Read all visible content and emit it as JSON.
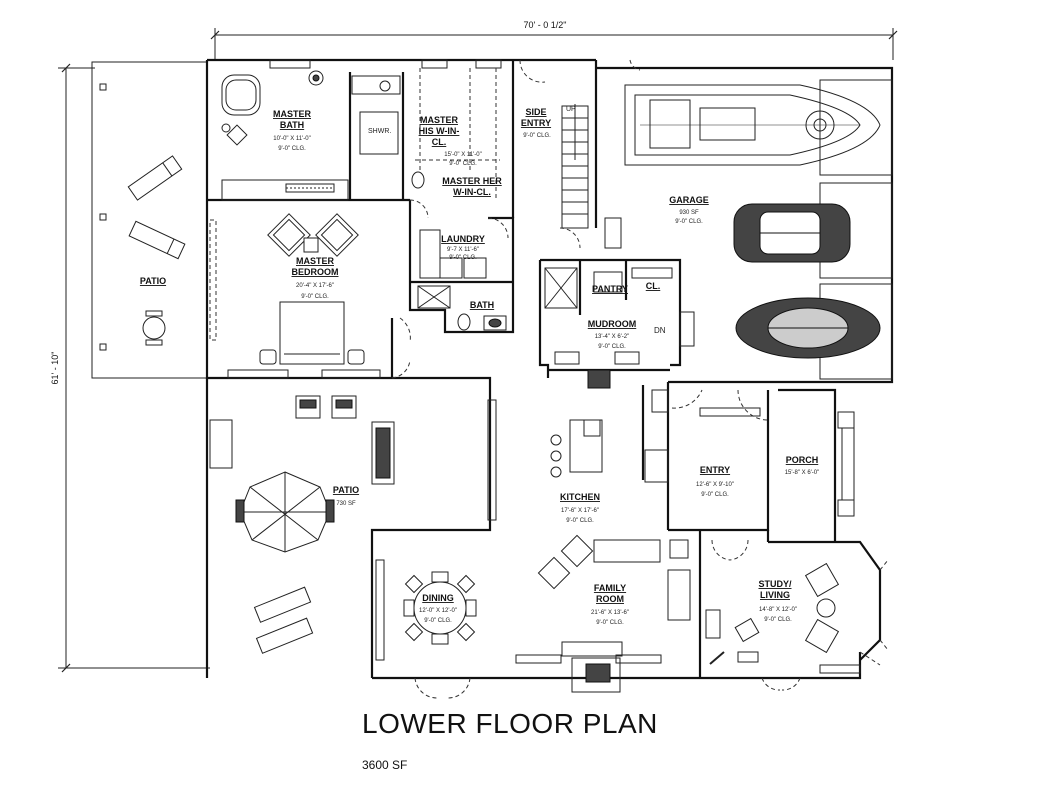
{
  "drawing": {
    "title": "LOWER FLOOR PLAN",
    "area": "3600 SF",
    "overall_width": "70' - 0 1/2\"",
    "overall_depth": "61' - 10\""
  },
  "rooms": {
    "master_bath": {
      "name1": "MASTER",
      "name2": "BATH",
      "size": "10'-0\" X 11'-0\"",
      "ceiling": "9'-0\" CLG."
    },
    "shower": {
      "name1": "SHWR."
    },
    "master_his": {
      "name1": "MASTER",
      "name2": "HIS W-IN-",
      "name3": "CL.",
      "size": "15'-0\" X 11'-0\"",
      "ceiling": "9'-0\" CLG."
    },
    "master_her": {
      "name1": "MASTER HER",
      "name2": "W-IN-CL."
    },
    "side_entry": {
      "name1": "SIDE",
      "name2": "ENTRY",
      "ceiling": "9'-0\" CLG.",
      "stair_up": "UP"
    },
    "garage": {
      "name1": "GARAGE",
      "size": "930 SF",
      "ceiling": "9'-0\" CLG."
    },
    "master_bedroom": {
      "name1": "MASTER",
      "name2": "BEDROOM",
      "size": "20'-4\" X 17'-6\"",
      "ceiling": "9'-0\" CLG."
    },
    "laundry": {
      "name1": "LAUNDRY",
      "size": "9'-7 X 11'-6\"",
      "ceiling": "9'-0\" CLG."
    },
    "bath": {
      "name1": "BATH"
    },
    "pantry": {
      "name1": "PANTRY"
    },
    "closet": {
      "name1": "CL."
    },
    "mudroom": {
      "name1": "MUDROOM",
      "size": "13'-4\" X 6'-2\"",
      "ceiling": "9'-0\" CLG.",
      "stair_dn": "DN"
    },
    "patio_side": {
      "name1": "PATIO"
    },
    "patio": {
      "name1": "PATIO",
      "size": "730 SF"
    },
    "kitchen": {
      "name1": "KITCHEN",
      "size": "17'-6\" X 17'-6\"",
      "ceiling": "9'-0\" CLG."
    },
    "entry": {
      "name1": "ENTRY",
      "size": "12'-6\" X 9'-10\"",
      "ceiling": "9'-0\" CLG."
    },
    "porch": {
      "name1": "PORCH",
      "size": "15'-8\" X 6'-0\""
    },
    "dining": {
      "name1": "DINING",
      "size": "12'-0\" X 12'-0\"",
      "ceiling": "9'-0\" CLG."
    },
    "family_room": {
      "name1": "FAMILY",
      "name2": "ROOM",
      "size": "21'-6\" X 13'-6\"",
      "ceiling": "9'-0\" CLG."
    },
    "study": {
      "name1": "STUDY/",
      "name2": "LIVING",
      "size": "14'-8\" X 12'-0\"",
      "ceiling": "9'-0\" CLG."
    }
  }
}
